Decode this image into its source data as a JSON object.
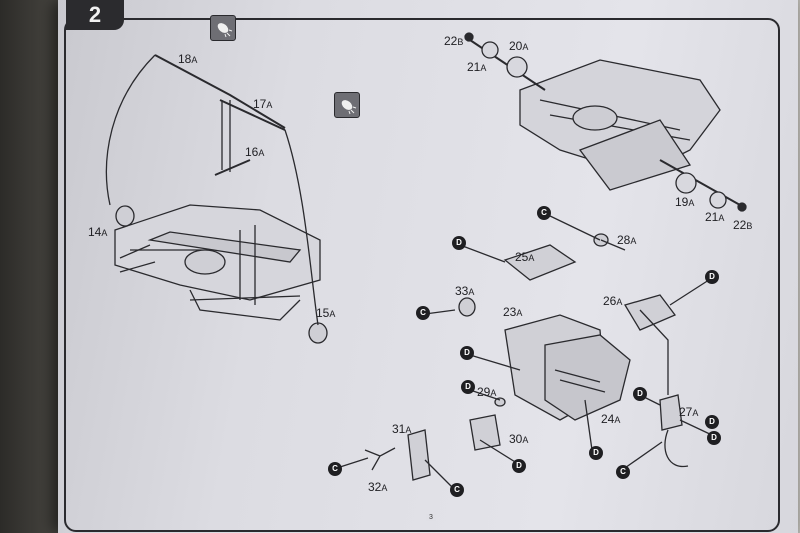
{
  "step": {
    "number": "2"
  },
  "page_number": "3",
  "parts": [
    {
      "num": "18",
      "suffix": "A"
    },
    {
      "num": "17",
      "suffix": "A"
    },
    {
      "num": "16",
      "suffix": "A"
    },
    {
      "num": "14",
      "suffix": "A"
    },
    {
      "num": "15",
      "suffix": "A"
    },
    {
      "num": "22",
      "suffix": "B"
    },
    {
      "num": "20",
      "suffix": "A"
    },
    {
      "num": "21",
      "suffix": "A"
    },
    {
      "num": "19",
      "suffix": "A"
    },
    {
      "num": "21",
      "suffix": "A"
    },
    {
      "num": "22",
      "suffix": "B"
    },
    {
      "num": "28",
      "suffix": "A"
    },
    {
      "num": "25",
      "suffix": "A"
    },
    {
      "num": "33",
      "suffix": "A"
    },
    {
      "num": "23",
      "suffix": "A"
    },
    {
      "num": "26",
      "suffix": "A"
    },
    {
      "num": "29",
      "suffix": "A"
    },
    {
      "num": "24",
      "suffix": "A"
    },
    {
      "num": "27",
      "suffix": "A"
    },
    {
      "num": "31",
      "suffix": "A"
    },
    {
      "num": "30",
      "suffix": "A"
    },
    {
      "num": "32",
      "suffix": "A"
    }
  ],
  "markers": [
    "C",
    "D",
    "D",
    "C",
    "D",
    "D",
    "D",
    "D",
    "D",
    "D",
    "D",
    "C",
    "C",
    "C"
  ],
  "icons": {
    "glue": "glue-tube-icon",
    "marker": "paint-marker-icon"
  }
}
